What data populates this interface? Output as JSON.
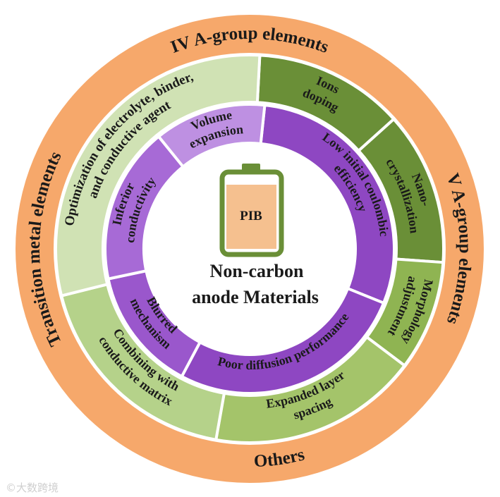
{
  "center": {
    "line1": "Non-carbon",
    "line2": "anode Materials",
    "battery_label": "PIB"
  },
  "outer_ring": {
    "color": "#f6a86b",
    "labels": [
      "IV A-group elements",
      "V A-group elements",
      "Others",
      "Transition metal elements"
    ]
  },
  "middle_ring": {
    "segments": [
      {
        "lines": [
          "Ions",
          "doping"
        ],
        "color": "#6a8f37"
      },
      {
        "lines": [
          "Nano-",
          "crystallization"
        ],
        "color": "#6a8f37"
      },
      {
        "lines": [
          "Morphology",
          "adjustment"
        ],
        "color": "#8fb452"
      },
      {
        "lines": [
          "Expanded layer",
          "spacing"
        ],
        "color": "#a4c46a"
      },
      {
        "lines": [
          "Combining with",
          "conductive matrix"
        ],
        "color": "#b5d28a"
      },
      {
        "lines": [
          "Optimization of electrolyte, binder,",
          "and conductive agent"
        ],
        "color": "#d0e2b4"
      }
    ]
  },
  "inner_ring": {
    "segments": [
      {
        "lines": [
          "Low initial coulombic",
          "efficiency"
        ],
        "color": "#8e47c2"
      },
      {
        "lines": [
          "Poor diffusion performance"
        ],
        "color": "#8e47c2"
      },
      {
        "lines": [
          "Blurred",
          "mechanism"
        ],
        "color": "#9a57cc"
      },
      {
        "lines": [
          "Inferior",
          "conductivity"
        ],
        "color": "#a76ad6"
      },
      {
        "lines": [
          "Volume",
          "expansion"
        ],
        "color": "#be90e2"
      }
    ]
  },
  "watermark": "©大数跨境",
  "colors": {
    "battery_outline": "#6a8f37",
    "battery_fill": "#f5c08f",
    "divider": "#ffffff"
  }
}
